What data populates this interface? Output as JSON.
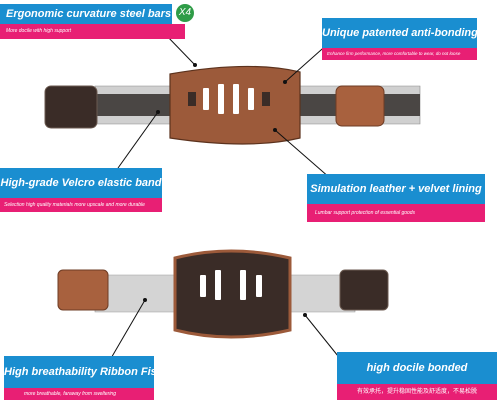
{
  "badge": {
    "label": "X4"
  },
  "callouts": {
    "curvature": {
      "title": "Ergonomic curvature steel bars",
      "subtitle": "More docile with high support"
    },
    "anti_bonding": {
      "title": "Unique patented anti-bonding",
      "subtitle": "Enhance firm performance, more comfortable to wear, do not loose"
    },
    "velcro": {
      "title": "High-grade Velcro elastic band",
      "subtitle": "Selection high quality materials more upscale and more durable"
    },
    "leather": {
      "title": "Simulation leather + velvet lining",
      "subtitle": "Lumbar support protection of essential goods"
    },
    "ribbon": {
      "title": "High breathability Ribbon Fish",
      "subtitle": "more breathable, faraway from sweltering"
    },
    "bonded": {
      "title": "high docile bonded",
      "subtitle": "有效承托，提升稳固性能及舒适度，不易松脱"
    }
  },
  "colors": {
    "title_band": "#1a8ed0",
    "subtitle_band": "#e81f74",
    "leather_brown": "#9c5a3a",
    "pad_dark": "#3a2c27",
    "mesh_gray": "#c9c9c9"
  }
}
